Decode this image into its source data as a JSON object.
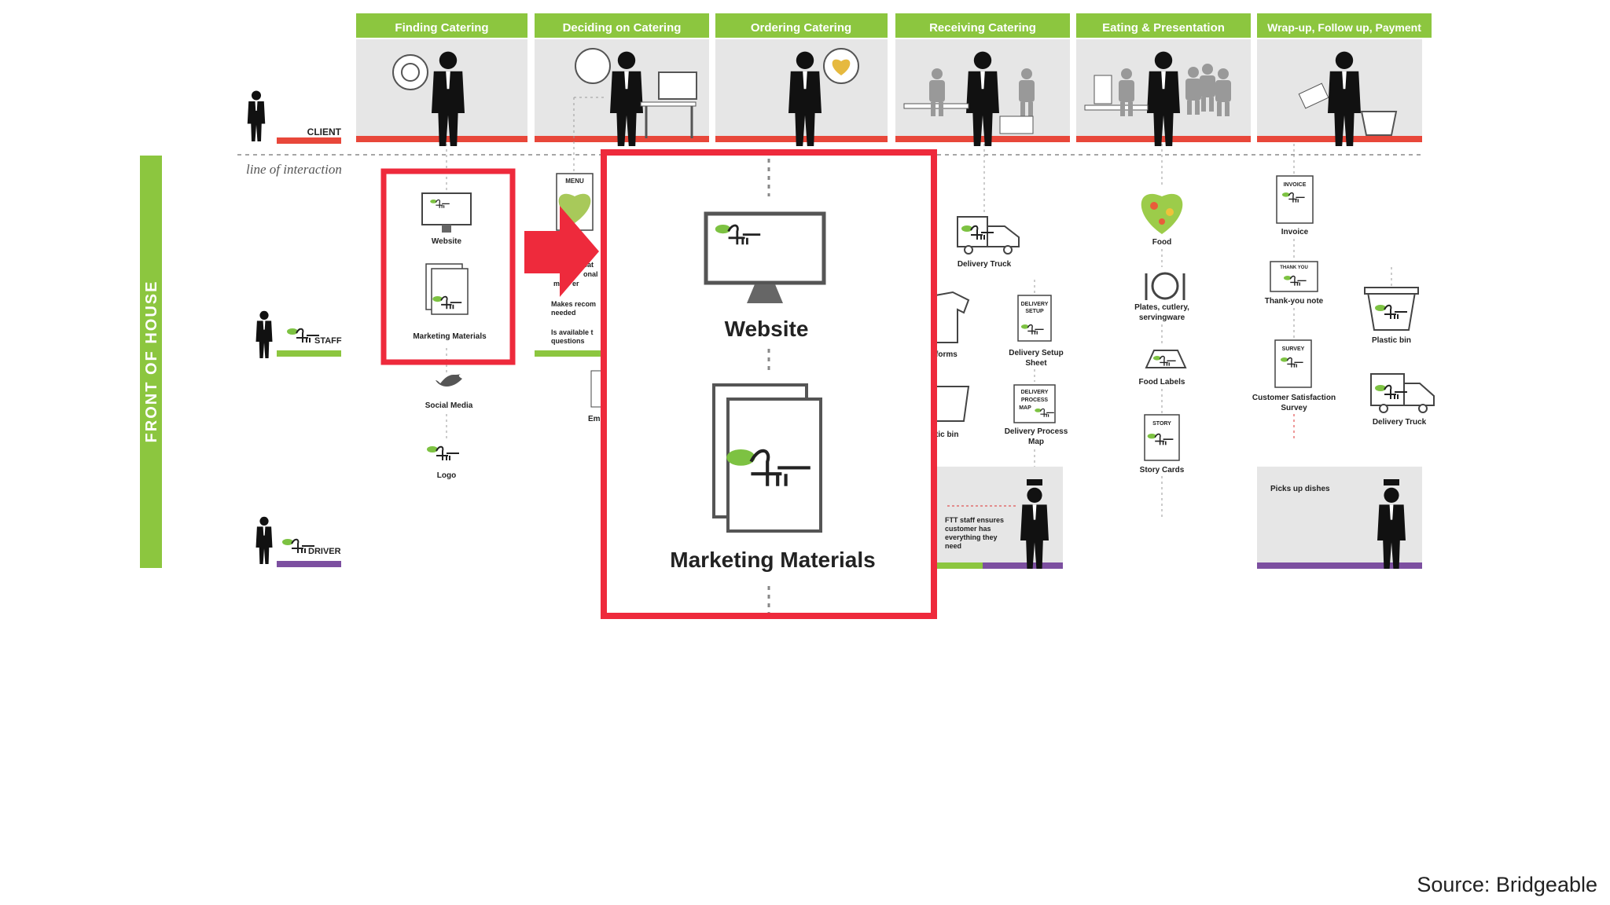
{
  "phases": [
    {
      "label": "Finding Catering"
    },
    {
      "label": "Deciding on Catering"
    },
    {
      "label": "Ordering Catering"
    },
    {
      "label": "Receiving Catering"
    },
    {
      "label": "Eating & Presentation"
    },
    {
      "label": "Wrap-up, Follow up, Payment"
    }
  ],
  "lanes": {
    "front_of_house": "FRONT OF HOUSE",
    "line_of_interaction": "line of interaction",
    "client": "CLIENT",
    "staff": "STAFF",
    "driver": "DRIVER"
  },
  "touchpoints": {
    "finding": {
      "website": "Website",
      "marketing_materials": "Marketing Materials",
      "social_media": "Social Media",
      "logo": "Logo"
    },
    "deciding": {
      "menu_tag": "MENU",
      "text1": "Makes recom",
      "text2": "needed",
      "text3": "Is available t",
      "text4": "questions",
      "fragment_cat": "cat",
      "fragment_onal": "onal",
      "fragment_er": "er",
      "fragment_m": "m",
      "fragment_em": "Em"
    },
    "receiving": {
      "delivery_truck": "Delivery Truck",
      "uniforms": "forms",
      "plastic_bin": "tic bin",
      "setup_tag1": "DELIVERY",
      "setup_tag2": "SETUP",
      "setup_sheet1": "Delivery Setup",
      "setup_sheet2": "Sheet",
      "process_tag1": "DELIVERY",
      "process_tag2": "PROCESS",
      "process_tag3": "MAP",
      "process_map1": "Delivery Process",
      "process_map2": "Map",
      "staff_note1": "FTT staff ensures",
      "staff_note2": "customer has",
      "staff_note3": "everything they",
      "staff_note4": "need"
    },
    "eating": {
      "food": "Food",
      "plates1": "Plates, cutlery,",
      "plates2": "servingware",
      "food_labels": "Food Labels",
      "story_tag": "STORY",
      "story_cards": "Story Cards"
    },
    "wrapup": {
      "invoice_tag": "INVOICE",
      "invoice": "Invoice",
      "thank_tag": "THANK YOU",
      "thank_note": "Thank-you note",
      "survey_tag": "SURVEY",
      "survey1": "Customer Satisfaction",
      "survey2": "Survey",
      "plastic_bin": "Plastic bin",
      "delivery_truck": "Delivery Truck",
      "picks_up": "Picks up dishes",
      "invoice_small": "INVOICE"
    }
  },
  "zoom": {
    "website": "Website",
    "marketing_materials": "Marketing Materials"
  },
  "source": "Source: Bridgeable",
  "colors": {
    "phase_green": "#8cc63f",
    "highlight_red": "#ee2a3c",
    "client_line": "#e8473a",
    "staff_line": "#8cc63f",
    "driver_line": "#7c4fa0",
    "panel_grey": "#e6e6e6"
  }
}
